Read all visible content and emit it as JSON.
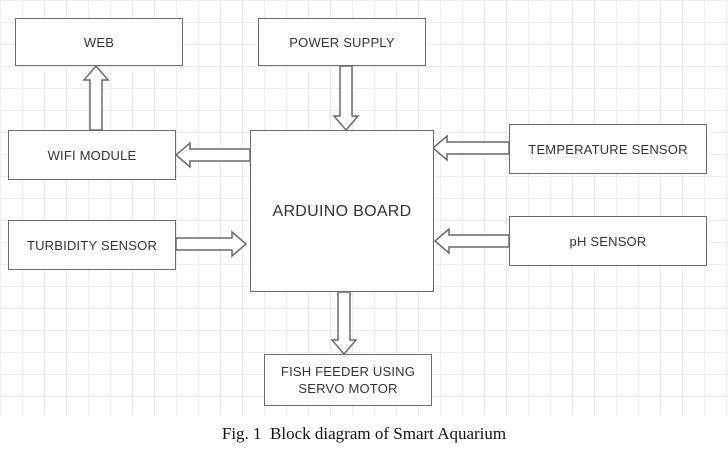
{
  "diagram": {
    "blocks": {
      "web": "WEB",
      "power_supply": "POWER SUPPLY",
      "wifi_module": "WIFI MODULE",
      "arduino_board": "ARDUINO BOARD",
      "temperature_sensor": "TEMPERATURE SENSOR",
      "turbidity_sensor": "TURBIDITY SENSOR",
      "ph_sensor": "pH SENSOR",
      "fish_feeder_line1": "FISH FEEDER USING",
      "fish_feeder_line2": "SERVO MOTOR"
    },
    "connections": [
      {
        "from": "wifi_module",
        "to": "web"
      },
      {
        "from": "power_supply",
        "to": "arduino_board"
      },
      {
        "from": "arduino_board",
        "to": "wifi_module"
      },
      {
        "from": "temperature_sensor",
        "to": "arduino_board"
      },
      {
        "from": "turbidity_sensor",
        "to": "arduino_board"
      },
      {
        "from": "ph_sensor",
        "to": "arduino_board"
      },
      {
        "from": "arduino_board",
        "to": "fish_feeder"
      }
    ]
  },
  "caption": "Fig. 1  Block diagram of Smart Aquarium"
}
